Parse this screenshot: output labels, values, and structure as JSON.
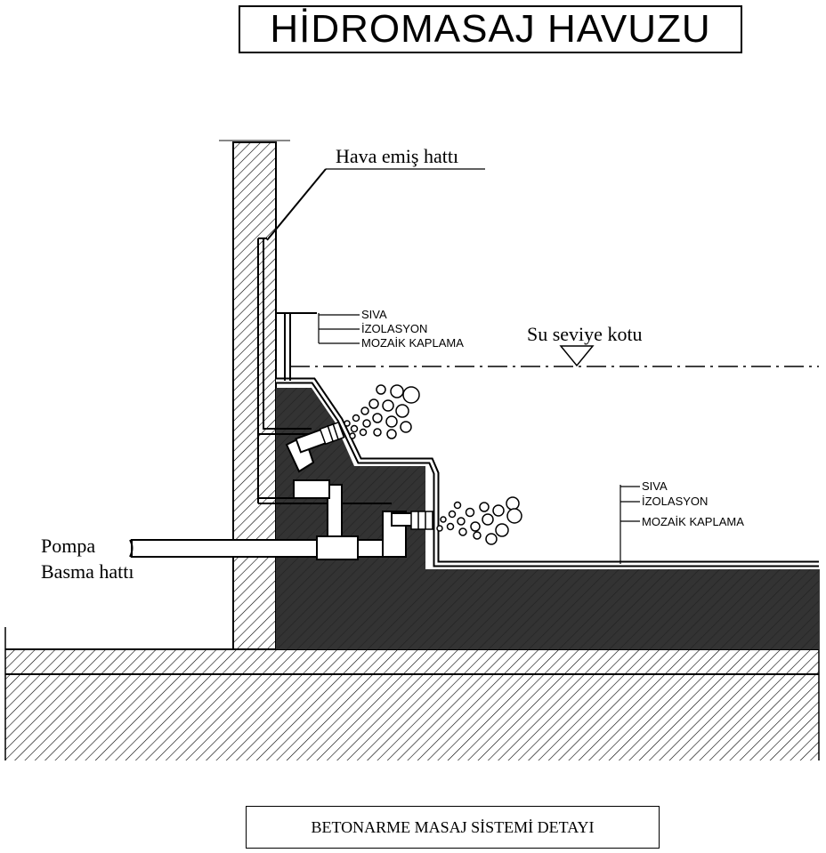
{
  "title": "HİDROMASAJ HAVUZU",
  "caption": "BETONARME MASAJ SİSTEMİ DETAYI",
  "labels": {
    "air_line": "Hava emiş hattı",
    "water_level": "Su seviye kotu",
    "pump_line_1": "Pompa",
    "pump_line_2": "Basma hattı"
  },
  "wall_layers": [
    "SIVA",
    "İZOLASYON",
    "MOZAİK KAPLAMA"
  ],
  "floor_layers": [
    "SIVA",
    "İZOLASYON",
    "MOZAİK KAPLAMA"
  ]
}
